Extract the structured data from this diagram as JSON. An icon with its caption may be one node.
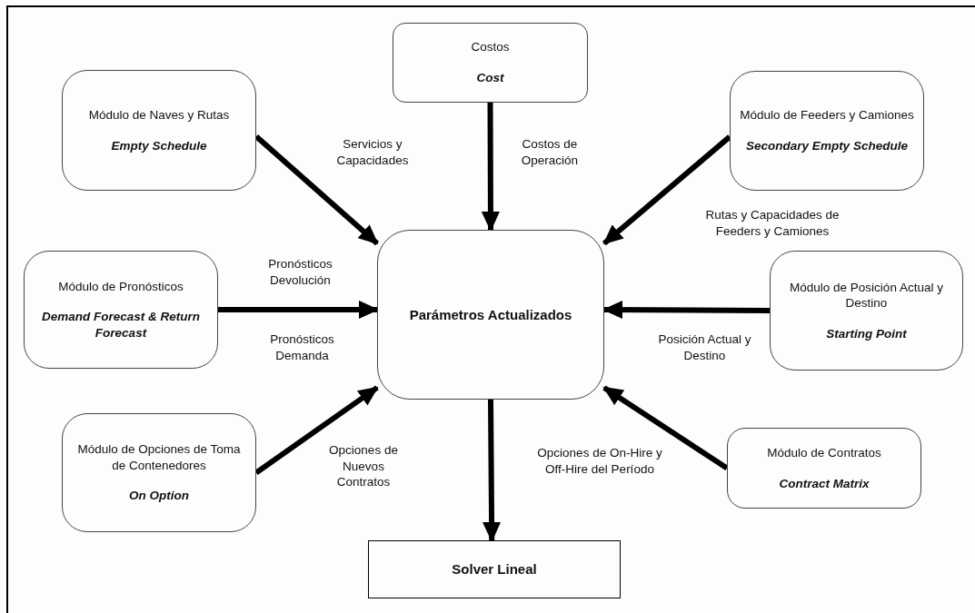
{
  "diagram": {
    "nodes": [
      {
        "text": [
          "Costos",
          "Cost"
        ]
      },
      {
        "text": [
          "Módulo de Naves y Rutas",
          "Empty Schedule"
        ]
      },
      {
        "text": [
          "Módulo de Feeders y Camiones",
          "Secondary Empty Schedule"
        ]
      },
      {
        "text": [
          "Parámetros Actualizados"
        ]
      },
      {
        "text": [
          "Módulo de Pronósticos",
          "Demand Forecast & Return Forecast"
        ]
      },
      {
        "text": [
          "Módulo de Posición Actual y Destino",
          "Starting Point"
        ]
      },
      {
        "text": [
          "Módulo de Opciones de Toma de Contenedores",
          "On Option"
        ]
      },
      {
        "text": [
          "Módulo de Contratos",
          "Contract Matrix"
        ]
      },
      {
        "text": [
          "Solver Lineal"
        ]
      }
    ],
    "edges": [
      {
        "from": 0,
        "to": 3,
        "arrow": "to"
      },
      {
        "from": 1,
        "to": 3,
        "arrow": "to"
      },
      {
        "from": 2,
        "to": 3,
        "arrow": "to"
      },
      {
        "from": 4,
        "to": 3,
        "arrow": "to"
      },
      {
        "from": 5,
        "to": 3,
        "arrow": "to"
      },
      {
        "from": 6,
        "to": 3,
        "arrow": "to"
      },
      {
        "from": 7,
        "to": 3,
        "arrow": "to"
      },
      {
        "from": 3,
        "to": 8,
        "arrow": "to"
      }
    ],
    "labels": [
      "Servicios y Capacidades",
      "Costos de Operación",
      "Rutas y Capacidades de Feeders y Camiones",
      "Pronósticos Devolución",
      "Pronósticos Demanda",
      "Posición Actual y Destino",
      "Opciones de Nuevos Contratos",
      "Opciones de On-Hire y Off-Hire del Período"
    ]
  }
}
